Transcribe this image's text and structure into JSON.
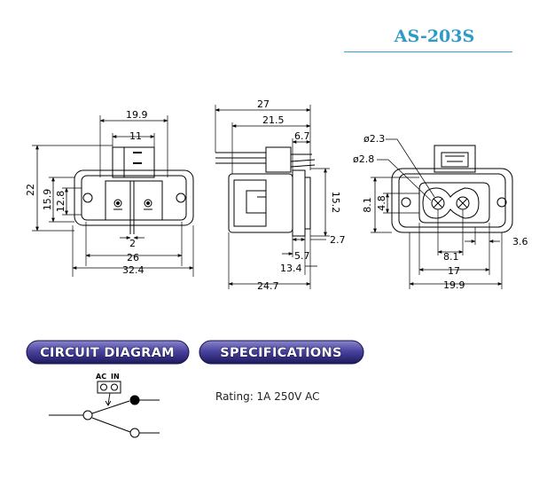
{
  "header": {
    "model": "AS-203S"
  },
  "views": {
    "front": {
      "dims": {
        "w1": "19.9",
        "w2": "11",
        "h1": "22",
        "h2": "15.9",
        "h3": "12.8",
        "gap": "2",
        "w3": "26",
        "w4": "32.4"
      }
    },
    "side": {
      "dims": {
        "l1": "27",
        "l2": "21.5",
        "l3": "6.7",
        "h1": "15.2",
        "t1": "2.7",
        "t2": "5.7",
        "t3": "13.4",
        "t4": "24.7"
      }
    },
    "rear": {
      "dims": {
        "d1": "ø2.3",
        "d2": "ø2.8",
        "v1": "8.1",
        "v2": "4.8",
        "p1": "3.6",
        "p2": "8.1",
        "p3": "17",
        "p4": "19.9"
      }
    }
  },
  "sections": {
    "circuit": {
      "title": "CIRCUIT DIAGRAM",
      "ac_label": "AC",
      "in_label": "IN"
    },
    "specifications": {
      "title": "SPECIFICATIONS",
      "rating": "Rating: 1A 250V AC"
    }
  }
}
